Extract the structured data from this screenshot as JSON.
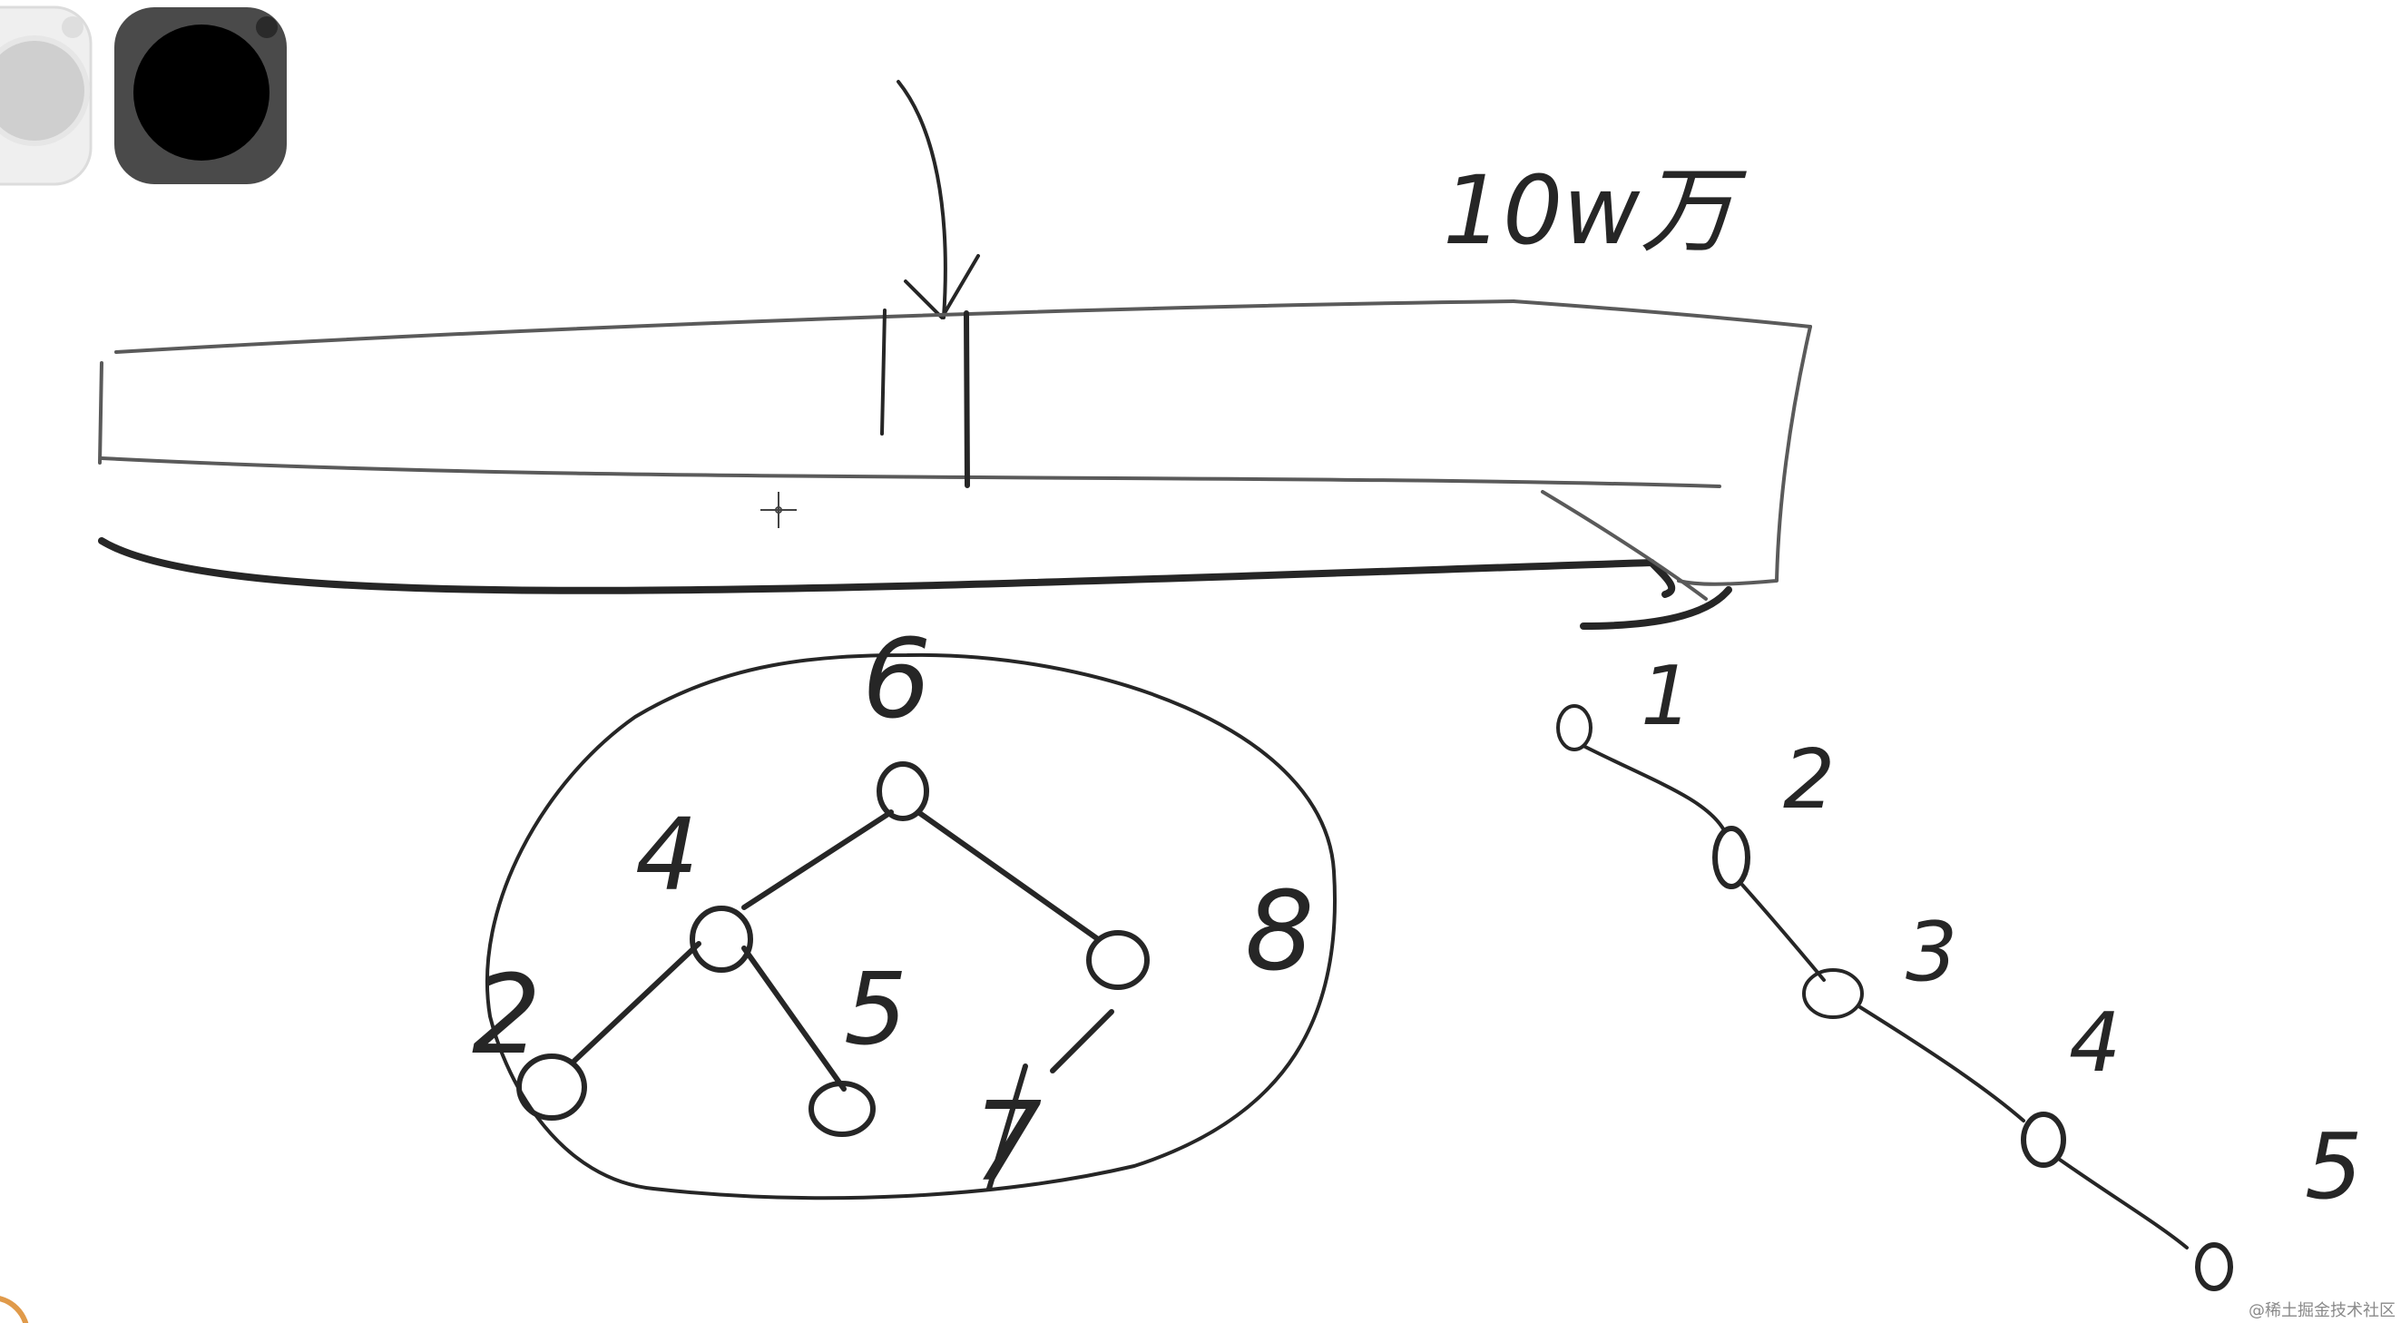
{
  "toolbar": {
    "pen_colors": [
      {
        "name": "white-pen",
        "fill": "#cfcfcf",
        "ring": "#e8e8e8"
      },
      {
        "name": "black-pen",
        "fill": "#000000",
        "ring": "#4a4a4a"
      }
    ]
  },
  "annotations": {
    "size_label": "10w万",
    "chain_labels": [
      "1",
      "2",
      "3",
      "4",
      "5"
    ]
  },
  "tree": {
    "root": "6",
    "left_child": "4",
    "right_child_region": "8",
    "left_left": "2",
    "left_right": "5",
    "right_left": "7"
  },
  "watermark": "@稀土掘金技术社区"
}
